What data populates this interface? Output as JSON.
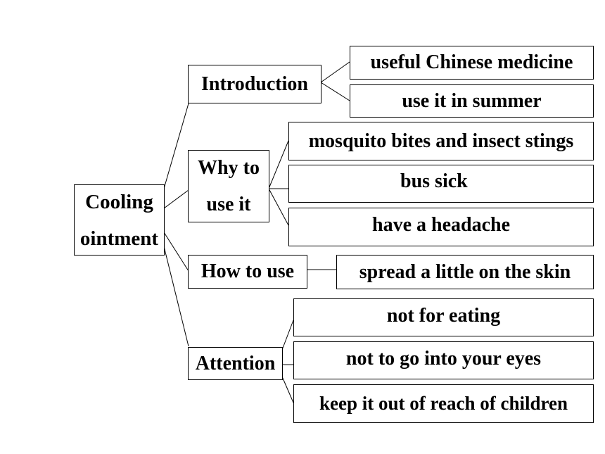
{
  "root": {
    "lines": [
      "Cooling",
      "ointment"
    ]
  },
  "branches": [
    {
      "label": "Introduction",
      "leaves": [
        "useful Chinese medicine",
        "use it in summer"
      ]
    },
    {
      "label_lines": [
        "Why to",
        "use it"
      ],
      "leaves": [
        "mosquito bites and insect stings",
        "bus sick",
        "have a headache"
      ]
    },
    {
      "label": "How to use",
      "leaves": [
        "spread a little on the skin"
      ]
    },
    {
      "label": "Attention",
      "leaves": [
        "not for eating",
        "not to go into your eyes",
        "keep it out of reach of children"
      ]
    }
  ]
}
